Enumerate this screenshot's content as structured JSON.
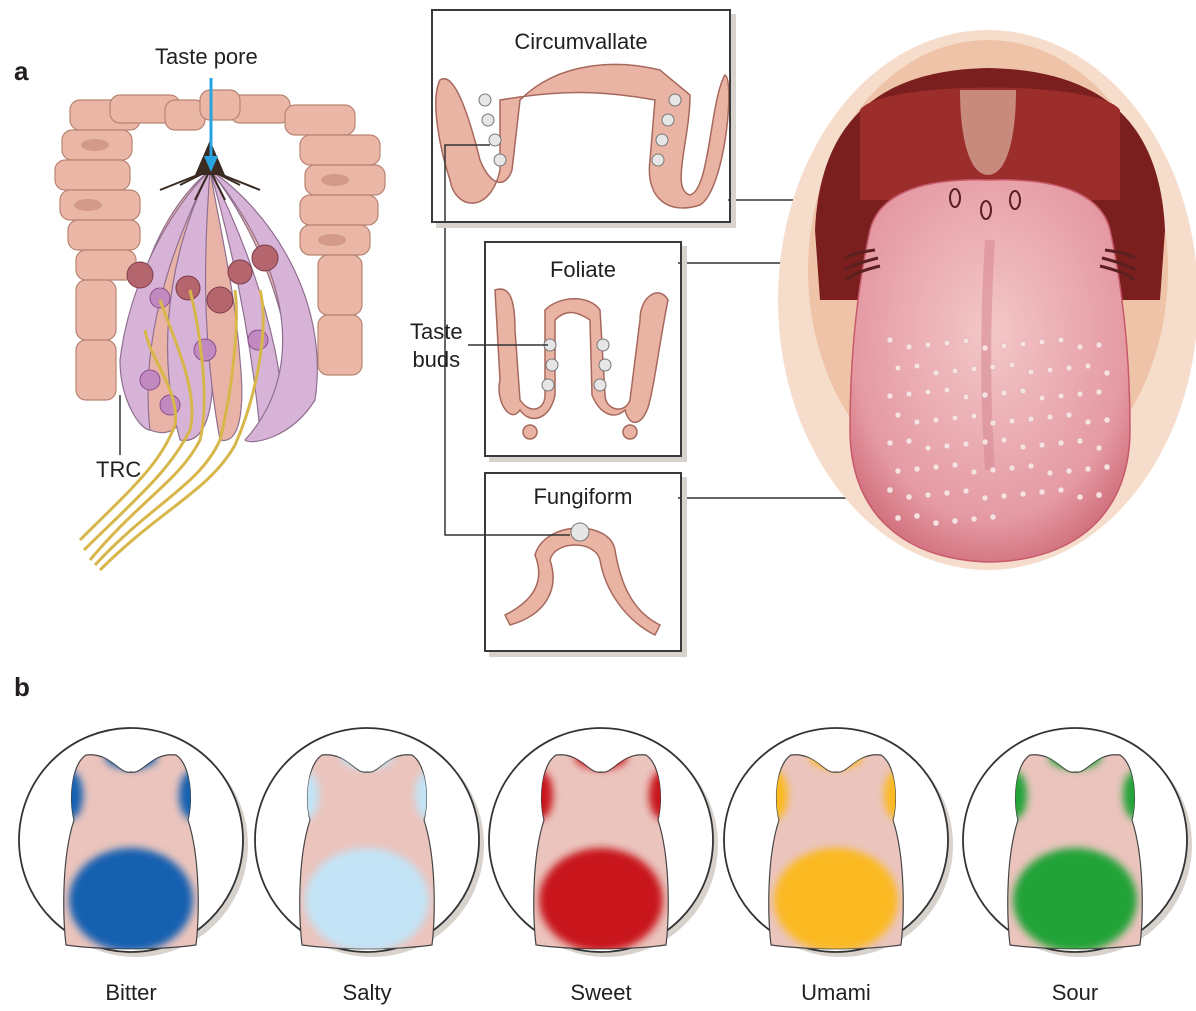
{
  "panel_a": {
    "letter": "a",
    "taste_pore_label": "Taste pore",
    "trc_label": "TRC",
    "taste_buds_label_line1": "Taste",
    "taste_buds_label_line2": "buds",
    "papillae": [
      {
        "title": "Circumvallate"
      },
      {
        "title": "Foliate"
      },
      {
        "title": "Fungiform"
      }
    ]
  },
  "panel_b": {
    "letter": "b",
    "tongue_maps": [
      {
        "label": "Bitter",
        "color": "#1560b0",
        "icon": "bitter-tongue-map-icon"
      },
      {
        "label": "Salty",
        "color": "#c3e4f6",
        "icon": "salty-tongue-map-icon"
      },
      {
        "label": "Sweet",
        "color": "#c8161d",
        "icon": "sweet-tongue-map-icon"
      },
      {
        "label": "Umami",
        "color": "#fbb922",
        "icon": "umami-tongue-map-icon"
      },
      {
        "label": "Sour",
        "color": "#23a339",
        "icon": "sour-tongue-map-icon"
      }
    ]
  },
  "colors": {
    "tissue": "#e8b3a4",
    "tissue_dark": "#c98a7e",
    "receptor_cell": "#d8b3d8",
    "nerve": "#d7b64a",
    "mouth_dark": "#7a1e1e",
    "tongue": "#e6a0a6"
  }
}
